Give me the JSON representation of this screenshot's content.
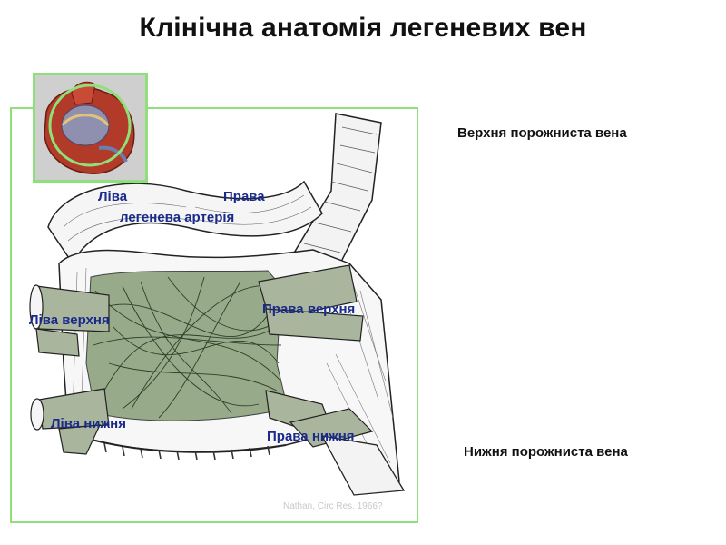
{
  "slide": {
    "title": "Клінічна анатомія легеневих вен",
    "credit": "Nathan, Circ Res. 1966?"
  },
  "labels": {
    "left_pa": "Ліва",
    "right_pa": "Права",
    "pulmonary_artery": "легенева артерія",
    "left_upper": "Ліва верхня",
    "right_upper": "Права верхня",
    "left_lower": "Ліва нижня",
    "right_lower": "Права нижня"
  },
  "side_labels": {
    "svc": "Верхня  порожниста вена",
    "ivc": "Нижня порожниста вена"
  },
  "colors": {
    "frame": "#8fe07a",
    "atrium_fill": "#8aa07a",
    "label_text": "#1a2a8a"
  }
}
